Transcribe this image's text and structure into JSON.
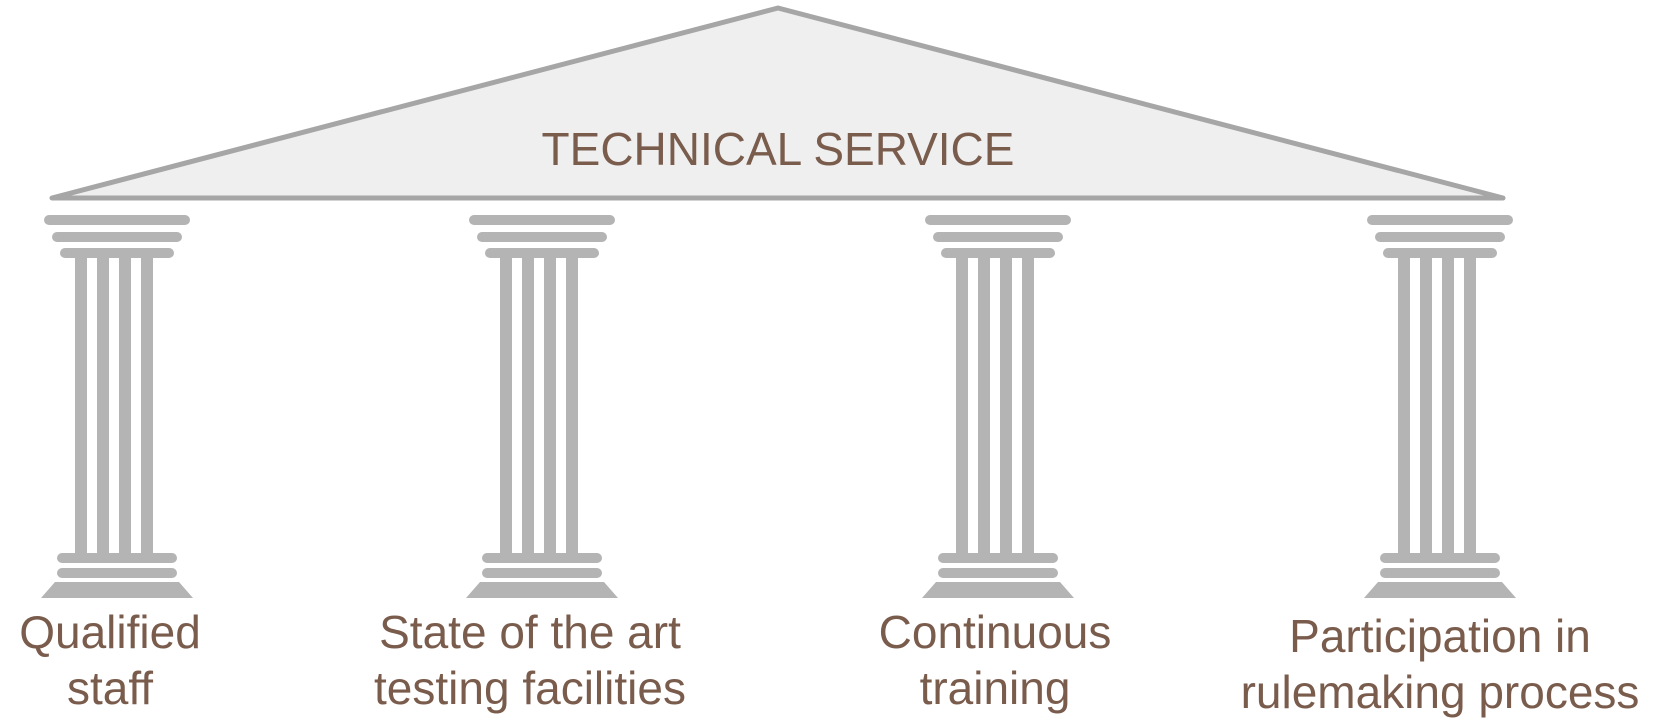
{
  "diagram": {
    "title": "TECHNICAL SERVICE",
    "pillars": [
      {
        "label": "Qualified\nstaff"
      },
      {
        "label": "State of the art\ntesting facilities"
      },
      {
        "label": "Continuous\ntraining"
      },
      {
        "label": "Participation in\nrulemaking process"
      }
    ]
  },
  "colors": {
    "text": "#7a5c4d",
    "roof_fill": "#efefef",
    "roof_stroke": "#a6a6a6",
    "pillar": "#b4b4b4"
  }
}
